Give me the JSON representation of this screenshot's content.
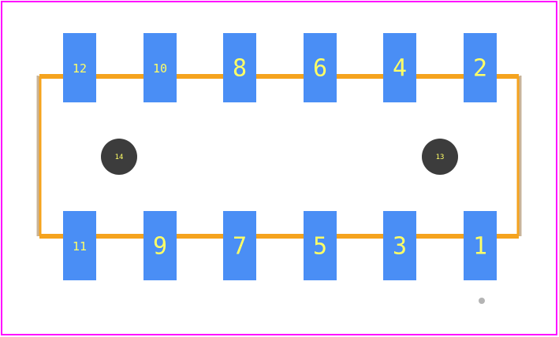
{
  "colors": {
    "board_outline": "#ff00ff",
    "silkscreen": "#f5a31e",
    "courtyard": "#c8b49a",
    "pad": "#4a8ef5",
    "mount_hole": "#3c3c3c",
    "label": "#ffff66",
    "marker": "#b4b4b4"
  },
  "pads_top": [
    {
      "id": "12",
      "label": "12"
    },
    {
      "id": "10",
      "label": "10"
    },
    {
      "id": "8",
      "label": "8"
    },
    {
      "id": "6",
      "label": "6"
    },
    {
      "id": "4",
      "label": "4"
    },
    {
      "id": "2",
      "label": "2"
    }
  ],
  "pads_bottom": [
    {
      "id": "11",
      "label": "11"
    },
    {
      "id": "9",
      "label": "9"
    },
    {
      "id": "7",
      "label": "7"
    },
    {
      "id": "5",
      "label": "5"
    },
    {
      "id": "3",
      "label": "3"
    },
    {
      "id": "1",
      "label": "1"
    }
  ],
  "mount_holes": [
    {
      "id": "14",
      "label": "14"
    },
    {
      "id": "13",
      "label": "13"
    }
  ]
}
